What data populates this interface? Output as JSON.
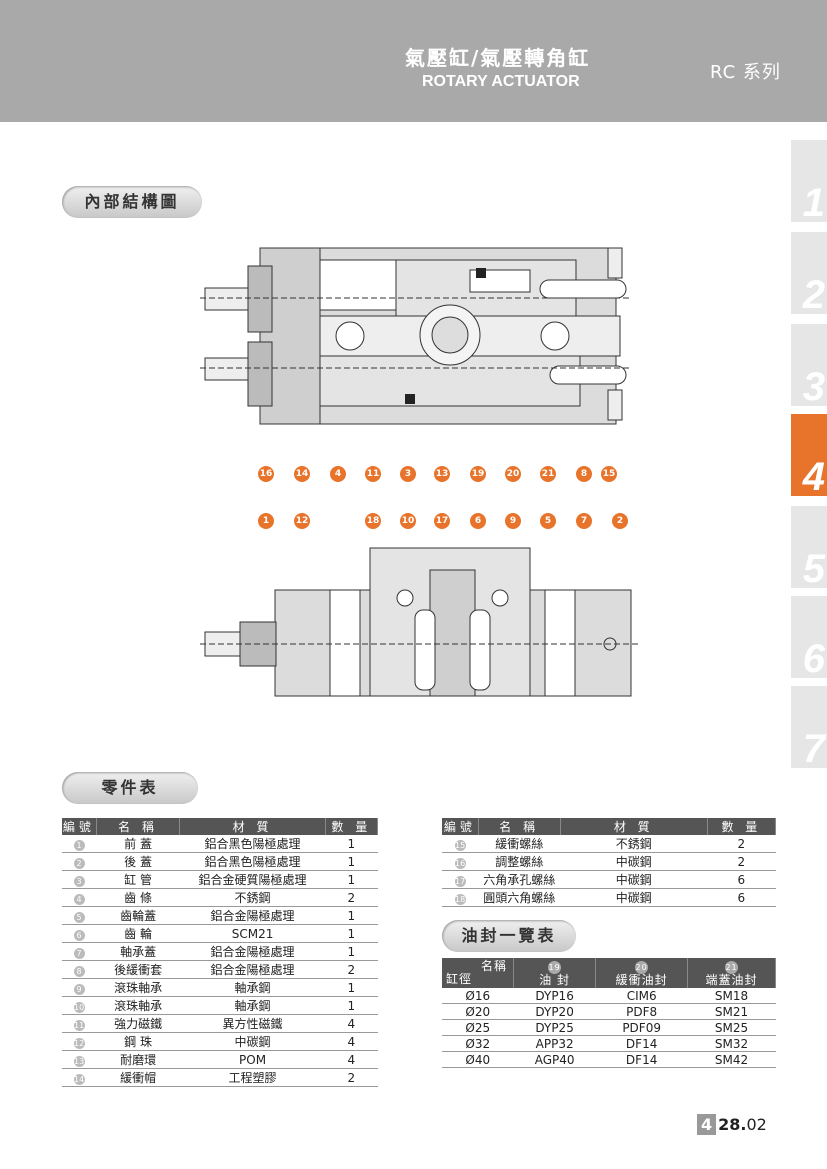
{
  "header": {
    "title_cn": "氣壓缸/氣壓轉角缸",
    "title_en": "ROTARY ACTUATOR",
    "series": "RC 系列"
  },
  "side_tabs": [
    "1",
    "2",
    "3",
    "4",
    "5",
    "6",
    "7"
  ],
  "active_tab": "4",
  "section_internal": "內部結構圖",
  "section_parts": "零件表",
  "section_seals": "油封一覽表",
  "callouts_top": [
    "16",
    "14",
    "4",
    "11",
    "3",
    "13",
    "19",
    "20",
    "21",
    "8",
    "15"
  ],
  "callouts_mid": [
    "1",
    "12",
    "18",
    "10",
    "17",
    "6",
    "9",
    "5",
    "7",
    "2"
  ],
  "parts_headers": [
    "編號",
    "名 稱",
    "材 質",
    "數 量"
  ],
  "parts_left": [
    {
      "no": "1",
      "name": "前 蓋",
      "material": "鋁合黑色陽極處理",
      "qty": "1"
    },
    {
      "no": "2",
      "name": "後 蓋",
      "material": "鋁合黑色陽極處理",
      "qty": "1"
    },
    {
      "no": "3",
      "name": "缸 管",
      "material": "鋁合金硬質陽極處理",
      "qty": "1"
    },
    {
      "no": "4",
      "name": "齒 條",
      "material": "不銹鋼",
      "qty": "2"
    },
    {
      "no": "5",
      "name": "齒輪蓋",
      "material": "鋁合金陽極處理",
      "qty": "1"
    },
    {
      "no": "6",
      "name": "齒 輪",
      "material": "SCM21",
      "qty": "1"
    },
    {
      "no": "7",
      "name": "軸承蓋",
      "material": "鋁合金陽極處理",
      "qty": "1"
    },
    {
      "no": "8",
      "name": "後緩衝套",
      "material": "鋁合金陽極處理",
      "qty": "2"
    },
    {
      "no": "9",
      "name": "滾珠軸承",
      "material": "軸承鋼",
      "qty": "1"
    },
    {
      "no": "10",
      "name": "滾珠軸承",
      "material": "軸承鋼",
      "qty": "1"
    },
    {
      "no": "11",
      "name": "強力磁鐵",
      "material": "異方性磁鐵",
      "qty": "4"
    },
    {
      "no": "12",
      "name": "鋼 珠",
      "material": "中碳鋼",
      "qty": "4"
    },
    {
      "no": "13",
      "name": "耐磨環",
      "material": "POM",
      "qty": "4"
    },
    {
      "no": "14",
      "name": "緩衝帽",
      "material": "工程塑膠",
      "qty": "2"
    }
  ],
  "parts_right": [
    {
      "no": "15",
      "name": "緩衝螺絲",
      "material": "不銹鋼",
      "qty": "2"
    },
    {
      "no": "16",
      "name": "調整螺絲",
      "material": "中碳鋼",
      "qty": "2"
    },
    {
      "no": "17",
      "name": "六角承孔螺絲",
      "material": "中碳鋼",
      "qty": "6"
    },
    {
      "no": "18",
      "name": "圓頭六角螺絲",
      "material": "中碳鋼",
      "qty": "6"
    }
  ],
  "seals_header": {
    "corner_top": "名稱",
    "corner_bottom": "缸徑",
    "cols": [
      {
        "no": "19",
        "label": "油 封"
      },
      {
        "no": "20",
        "label": "緩衝油封"
      },
      {
        "no": "21",
        "label": "端蓋油封"
      }
    ]
  },
  "seals_rows": [
    {
      "bore": "Ø16",
      "a": "DYP16",
      "b": "CIM6",
      "c": "SM18"
    },
    {
      "bore": "Ø20",
      "a": "DYP20",
      "b": "PDF8",
      "c": "SM21"
    },
    {
      "bore": "Ø25",
      "a": "DYP25",
      "b": "PDF09",
      "c": "SM25"
    },
    {
      "bore": "Ø32",
      "a": "APP32",
      "b": "DF14",
      "c": "SM32"
    },
    {
      "bore": "Ø40",
      "a": "AGP40",
      "b": "DF14",
      "c": "SM42"
    }
  ],
  "page": {
    "chapter": "4",
    "number": "28.",
    "sub": "02"
  }
}
